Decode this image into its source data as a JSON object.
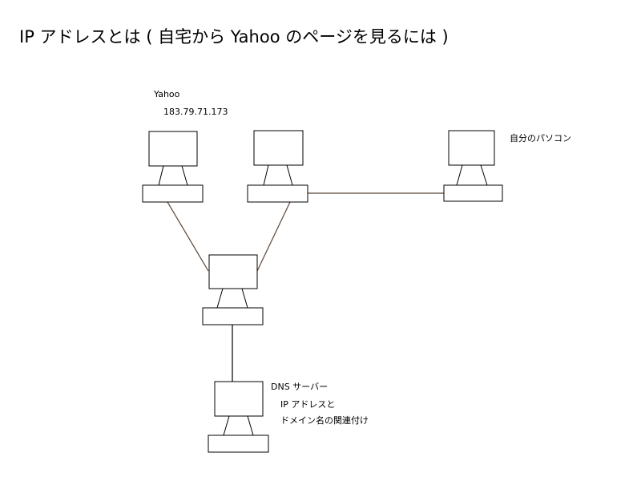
{
  "title": "IP アドレスとは ( 自宅から Yahoo のページを見るには )",
  "labels": {
    "yahoo_name": "Yahoo",
    "yahoo_ip": "183.79.71.173",
    "my_pc": "自分のパソコン",
    "dns_name": "DNS サーバー",
    "dns_desc_1": "IP アドレスと",
    "dns_desc_2": "ドメイン名の関連付け"
  },
  "colors": {
    "link": "#5a4638",
    "stroke": "#000000",
    "background": "#ffffff"
  }
}
